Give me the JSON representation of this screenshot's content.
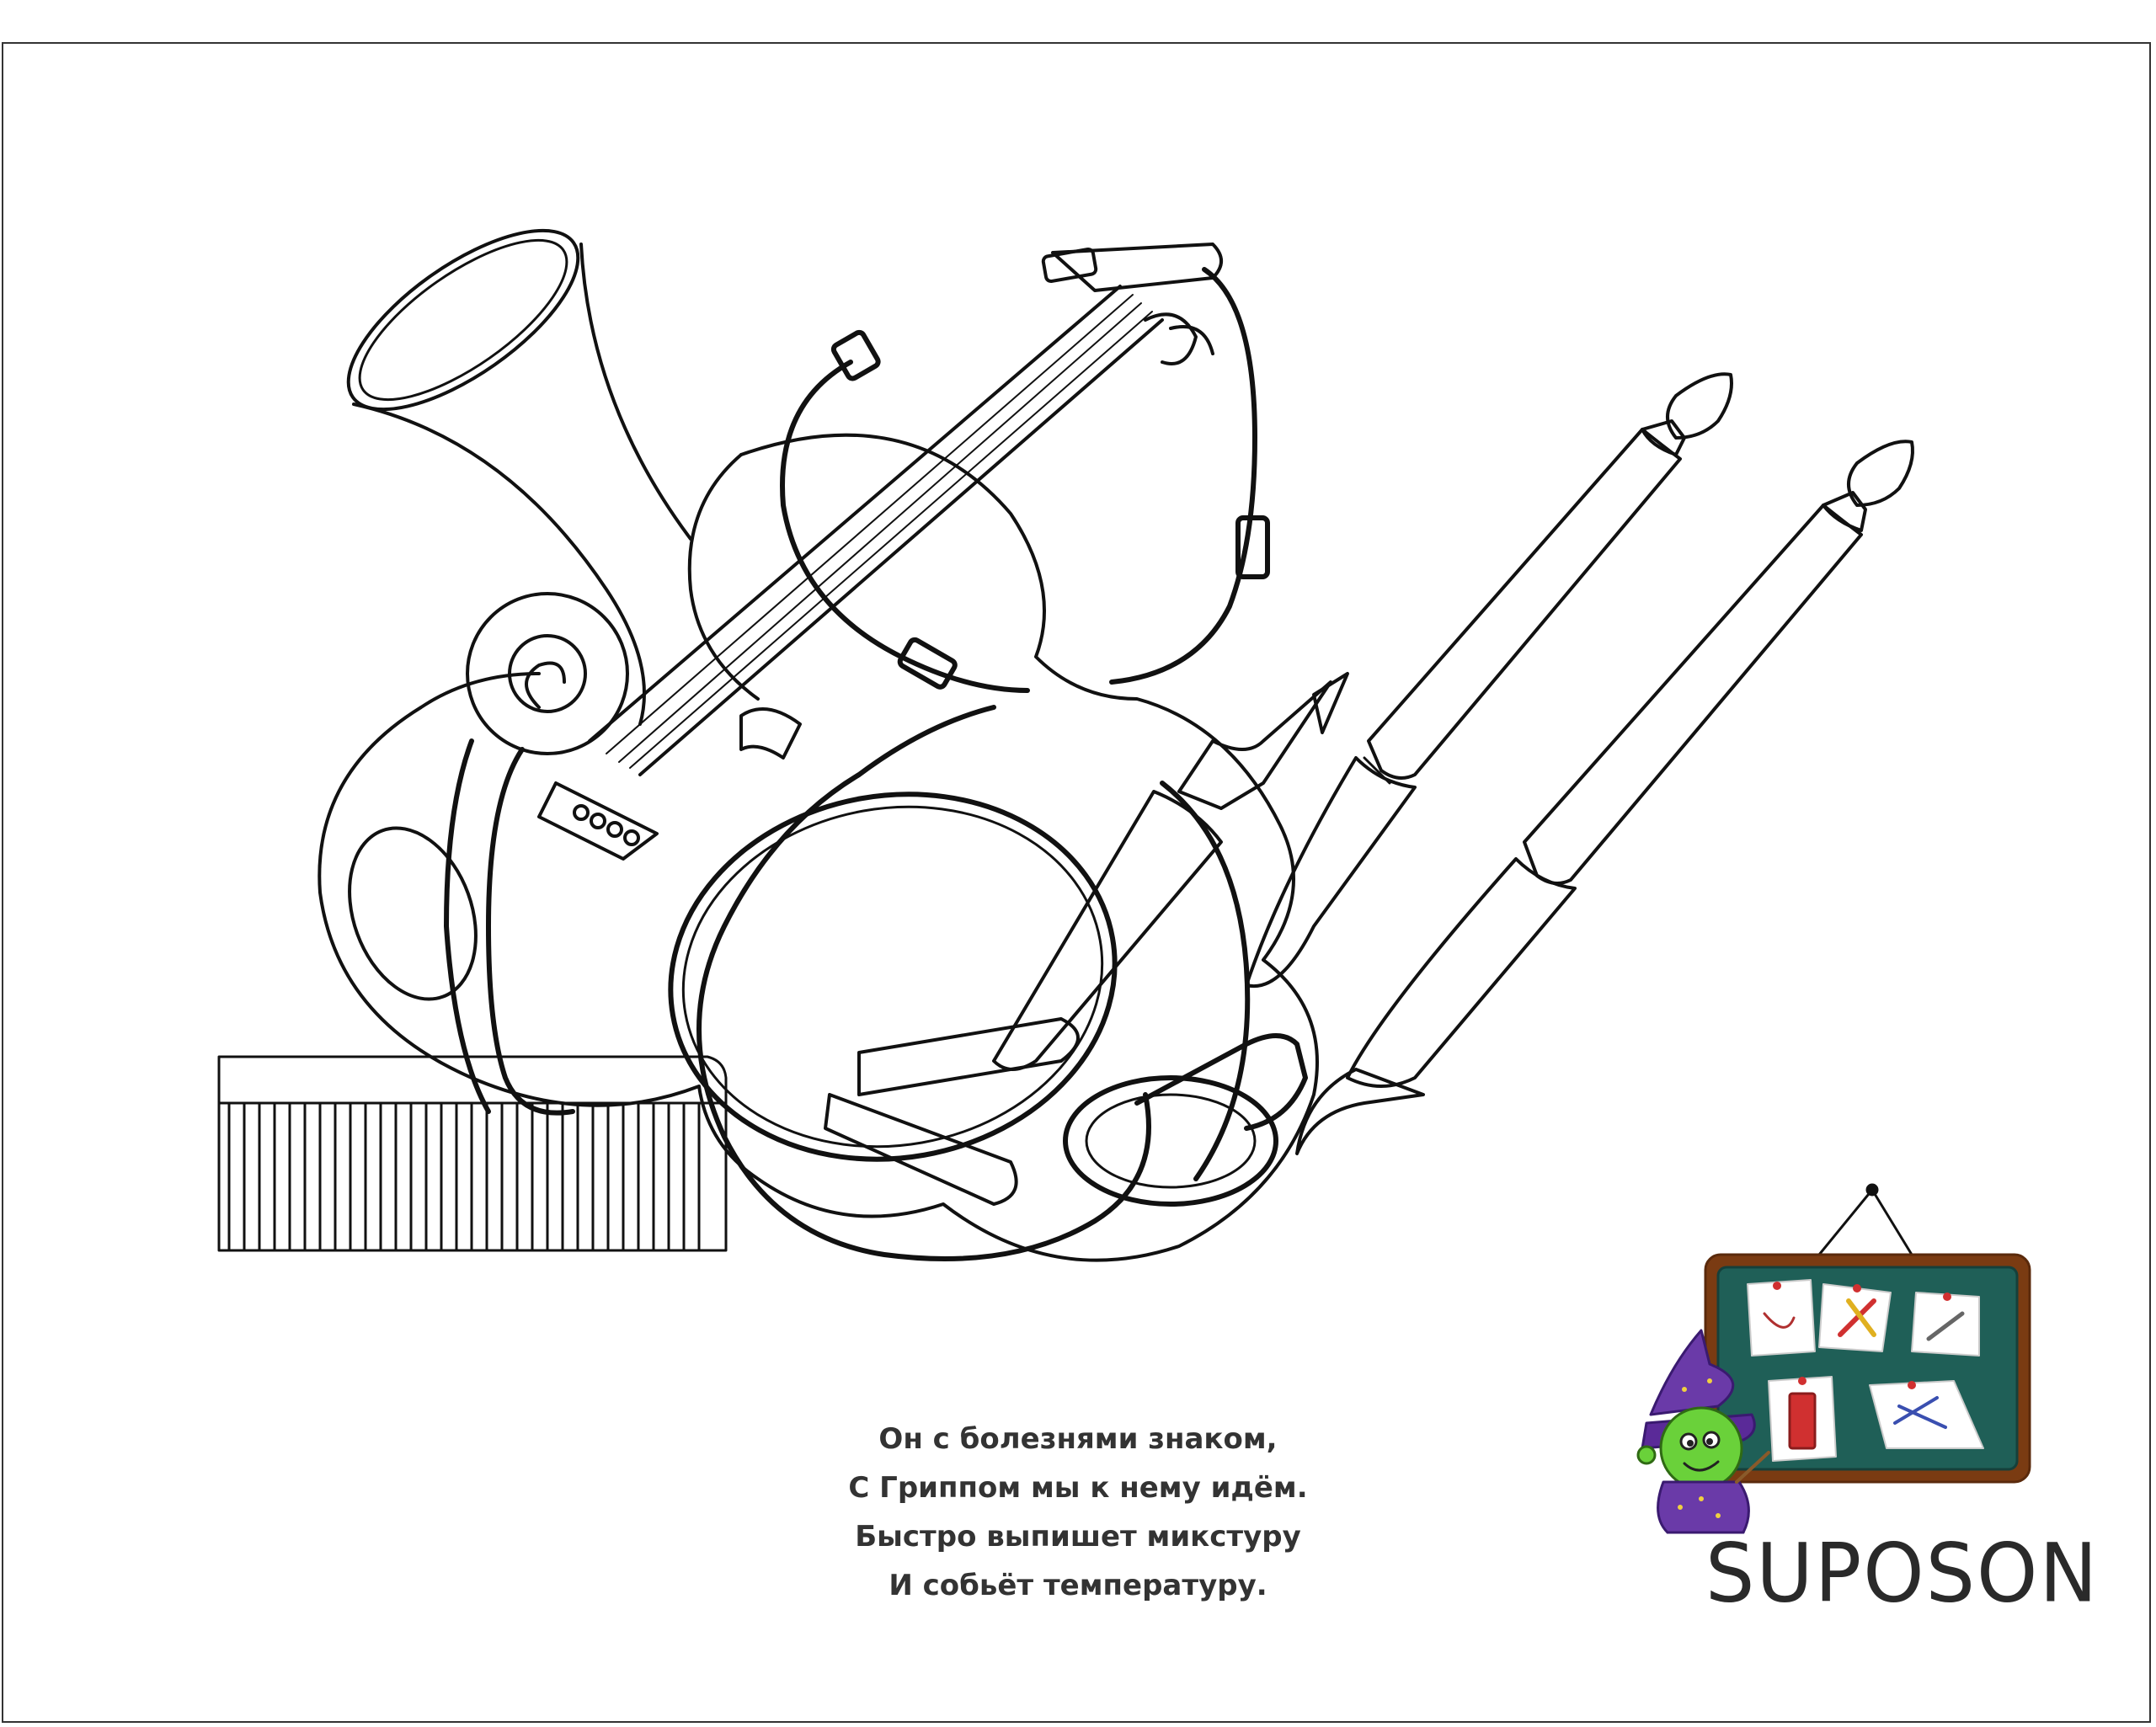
{
  "poem": {
    "lines": [
      "Он с болезнями знаком,",
      "С Гриппом мы к нему идём.",
      "Быстро выпишет микстуру",
      "И собьёт температуру."
    ]
  },
  "brand": {
    "name": "SUPOSON"
  },
  "icons": [
    "violin-icon",
    "stethoscope-icon",
    "horn-icon",
    "comb-icon",
    "scalpel-icon",
    "pen-icon",
    "wizard-mascot-icon",
    "chalkboard-icon"
  ],
  "colors": {
    "line": "#111111",
    "board_frame": "#7a3b12",
    "board": "#1f5f57",
    "wizard_robe": "#6a3aa8",
    "wizard_face": "#6ad13a"
  }
}
